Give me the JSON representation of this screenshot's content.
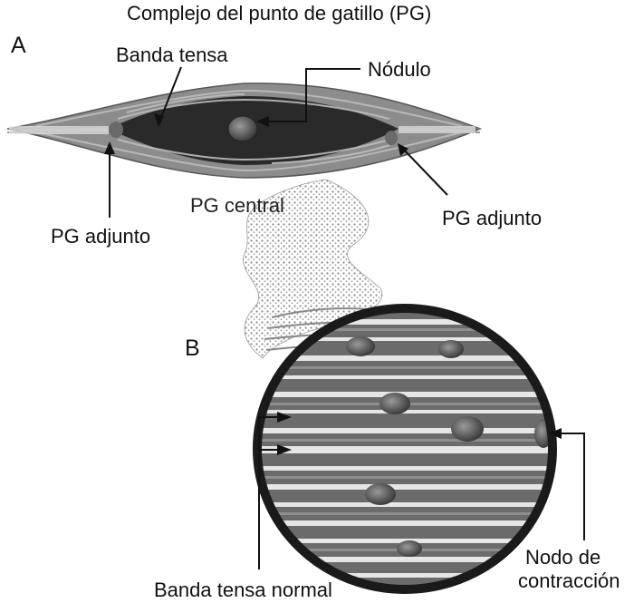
{
  "title": "Complejo del punto de gatillo (PG)",
  "panel_a": {
    "letter": "A",
    "labels": {
      "banda_tensa": "Banda tensa",
      "nodulo": "Nódulo",
      "pg_central": "PG central",
      "pg_adjunto_left": "PG adjunto",
      "pg_adjunto_right": "PG adjunto"
    }
  },
  "panel_b": {
    "letter": "B",
    "labels": {
      "banda_tensa_normal": "Banda tensa normal",
      "nodo_line1": "Nodo de",
      "nodo_line2": "contracción"
    }
  }
}
